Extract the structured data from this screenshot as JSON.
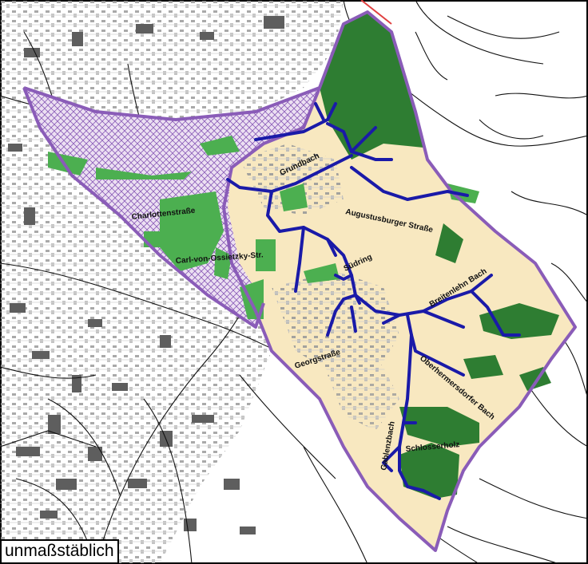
{
  "map": {
    "scale_note": "unmaßstäblich",
    "labels": {
      "charlottenstrasse": "Charlottenstraße",
      "carl_von_ossietzky": "Carl-von-Ossietzky-Str.",
      "grundbach": "Grundbach",
      "augustusburger": "Augustusburger Straße",
      "suedring": "Südring",
      "breitenlehn_bach": "Breitenlehn Bach",
      "georgstrasse": "Georgstraße",
      "oberhermersdorfer_bach": "Oberhermersdorfer Bach",
      "gablenzbach": "Gablenzbach",
      "schlosserholz": "Schlosserholz"
    },
    "colors": {
      "boundary": "#8a5cb8",
      "hatch_fill": "#e8daf0",
      "stream": "#1a1aa8",
      "forest_dark": "#2e7d32",
      "forest_light": "#4caf50",
      "farmland": "#f8e8c0",
      "buildings": "#7a7a7a",
      "roads": "#111111",
      "railway": "#e04040"
    }
  }
}
